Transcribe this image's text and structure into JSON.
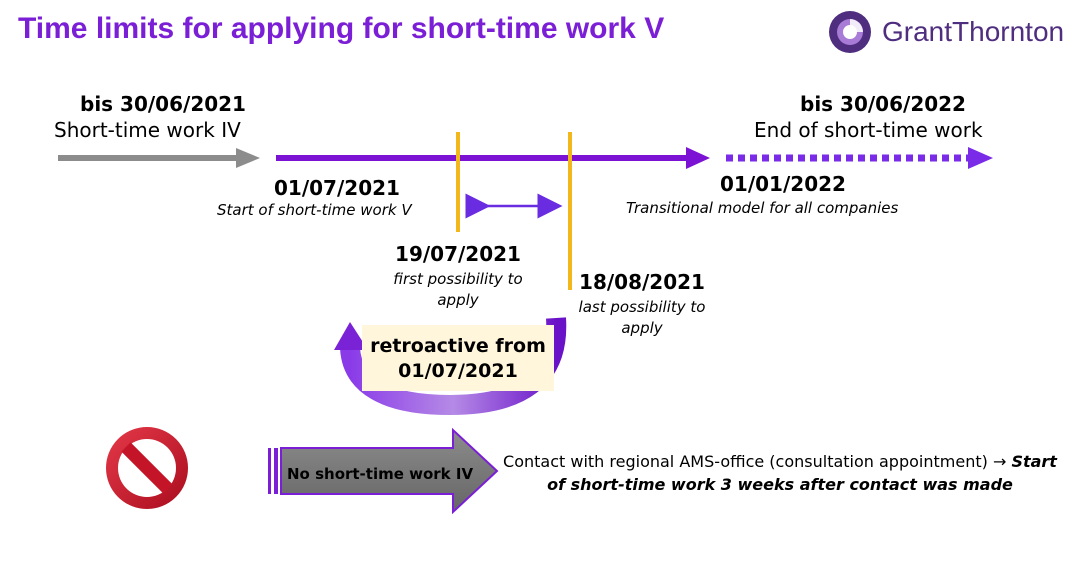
{
  "title": "Time limits for applying for short-time work V",
  "logo": {
    "name": "grant-thornton-logo",
    "text": "GrantThornton",
    "color": "#4f2d7f"
  },
  "colors": {
    "title": "#7b1fd6",
    "timeline_purple": "#7b12d4",
    "dotted_purple": "#7a2be8",
    "grey_arrow": "#8c8c8c",
    "marker_yellow": "#f2b81b",
    "no_sign_red": "#d01528",
    "arrow_grey_fill": "#777777"
  },
  "timeline": {
    "previous": {
      "date": "bis 30/06/2021",
      "label": "Short-time work IV"
    },
    "end": {
      "date": "bis 30/06/2022",
      "label": "End of short-time work"
    },
    "start": {
      "date": "01/07/2021",
      "note": "Start of short-time work V"
    },
    "transition": {
      "date": "01/01/2022",
      "note": "Transitional model for all companies"
    },
    "first_apply": {
      "date": "19/07/2021",
      "note_line1": "first possibility to",
      "note_line2": "apply"
    },
    "last_apply": {
      "date": "18/08/2021",
      "note_line1": "last possibility to",
      "note_line2": "apply"
    },
    "retroactive": {
      "line1": "retroactive from",
      "line2": "01/07/2021"
    }
  },
  "bottom": {
    "arrow_label": "No short-time work IV",
    "contact_plain": "Contact with regional AMS-office (consultation appointment) → ",
    "contact_italic": "Start of short-time work 3 weeks after contact was made"
  }
}
